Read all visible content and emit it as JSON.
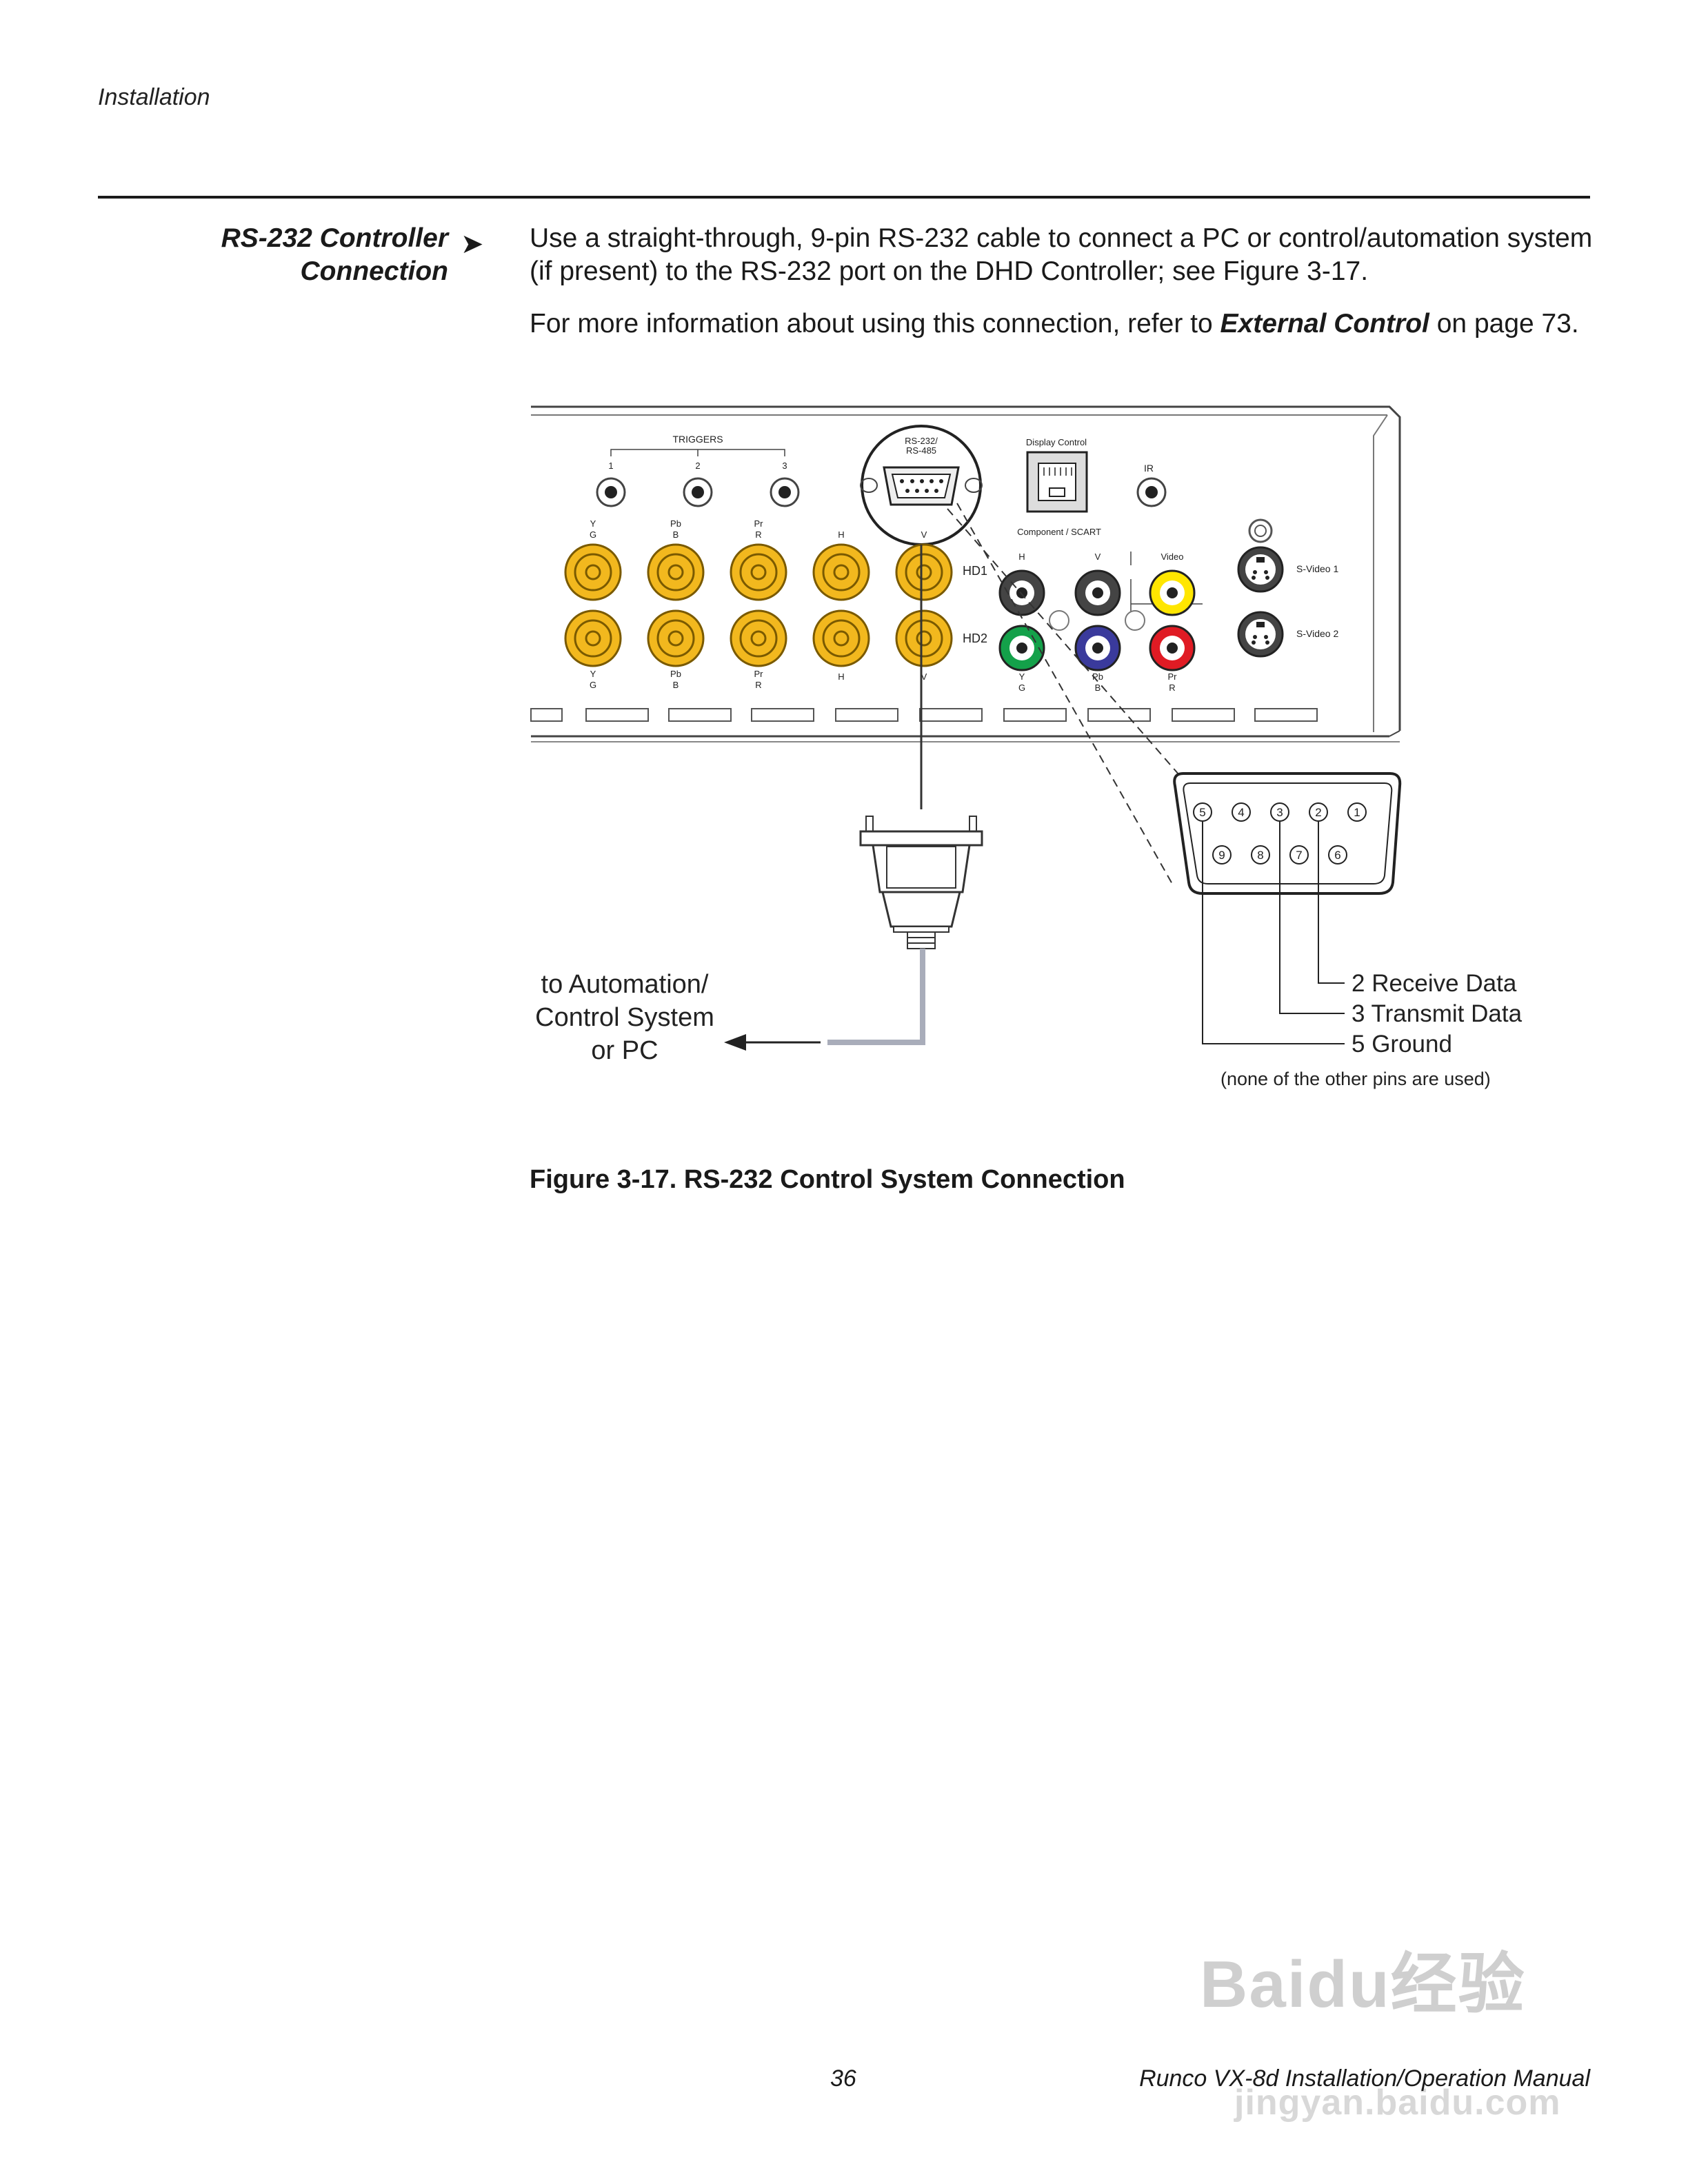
{
  "header": {
    "section": "Installation"
  },
  "section": {
    "title_line1": "RS-232 Controller",
    "title_line2": "Connection",
    "arrow": "➤"
  },
  "body": {
    "para1": "Use a straight-through, 9-pin RS-232 cable to connect a PC or control/automation system (if present) to the RS-232 port on the DHD Controller; see Figure 3-17.",
    "para2_pre": "For more information about using this connection, refer to ",
    "para2_link": "External Control",
    "para2_post": " on page 73."
  },
  "figure": {
    "caption": "Figure 3-17. RS-232 Control System Connection",
    "panel": {
      "triggers": "TRIGGERS",
      "trigger_numbers": [
        "1",
        "2",
        "3"
      ],
      "rs232": "RS-232/",
      "rs485": "RS-485",
      "display_control": "Display Control",
      "ir": "IR",
      "component_scart": "Component / SCART",
      "video": "Video",
      "svideo1": "S-Video 1",
      "svideo2": "S-Video 2",
      "hd1": "HD1",
      "hd2": "HD2",
      "bnc_top_labels": [
        [
          "Y",
          "G"
        ],
        [
          "Pb",
          "B"
        ],
        [
          "Pr",
          "R"
        ],
        [
          "H",
          ""
        ],
        [
          "V",
          ""
        ]
      ],
      "bnc_bottom_labels": [
        [
          "Y",
          "G"
        ],
        [
          "Pb",
          "B"
        ],
        [
          "Pr",
          "R"
        ],
        [
          "H",
          ""
        ],
        [
          "V",
          ""
        ]
      ],
      "rca_top_labels": [
        "H",
        "V"
      ],
      "rca_bottom_labels": [
        [
          "Y",
          "G"
        ],
        [
          "Pb",
          "B"
        ],
        [
          "Pr",
          "R"
        ]
      ]
    },
    "pins_top": [
      "5",
      "4",
      "3",
      "2",
      "1"
    ],
    "pins_bottom": [
      "9",
      "8",
      "7",
      "6"
    ],
    "pin_labels": [
      "2 Receive Data",
      "3 Transmit Data",
      "5 Ground"
    ],
    "pin_note": "(none of the other pins are used)",
    "destination": [
      "to Automation/",
      "Control System",
      "or PC"
    ],
    "colors": {
      "bnc_gold": "#f2b81e",
      "rca_black": "#444444",
      "rca_yellow": "#ffe600",
      "rca_green": "#14a14a",
      "rca_blue": "#3a3a9c",
      "rca_red": "#e01b24",
      "cable_gray": "#a9adba"
    }
  },
  "footer": {
    "page_number": "36",
    "manual_title": "Runco VX-8d Installation/Operation Manual"
  },
  "watermark": {
    "logo_text": "Baidu经验",
    "url_text": "jingyan.baidu.com"
  }
}
